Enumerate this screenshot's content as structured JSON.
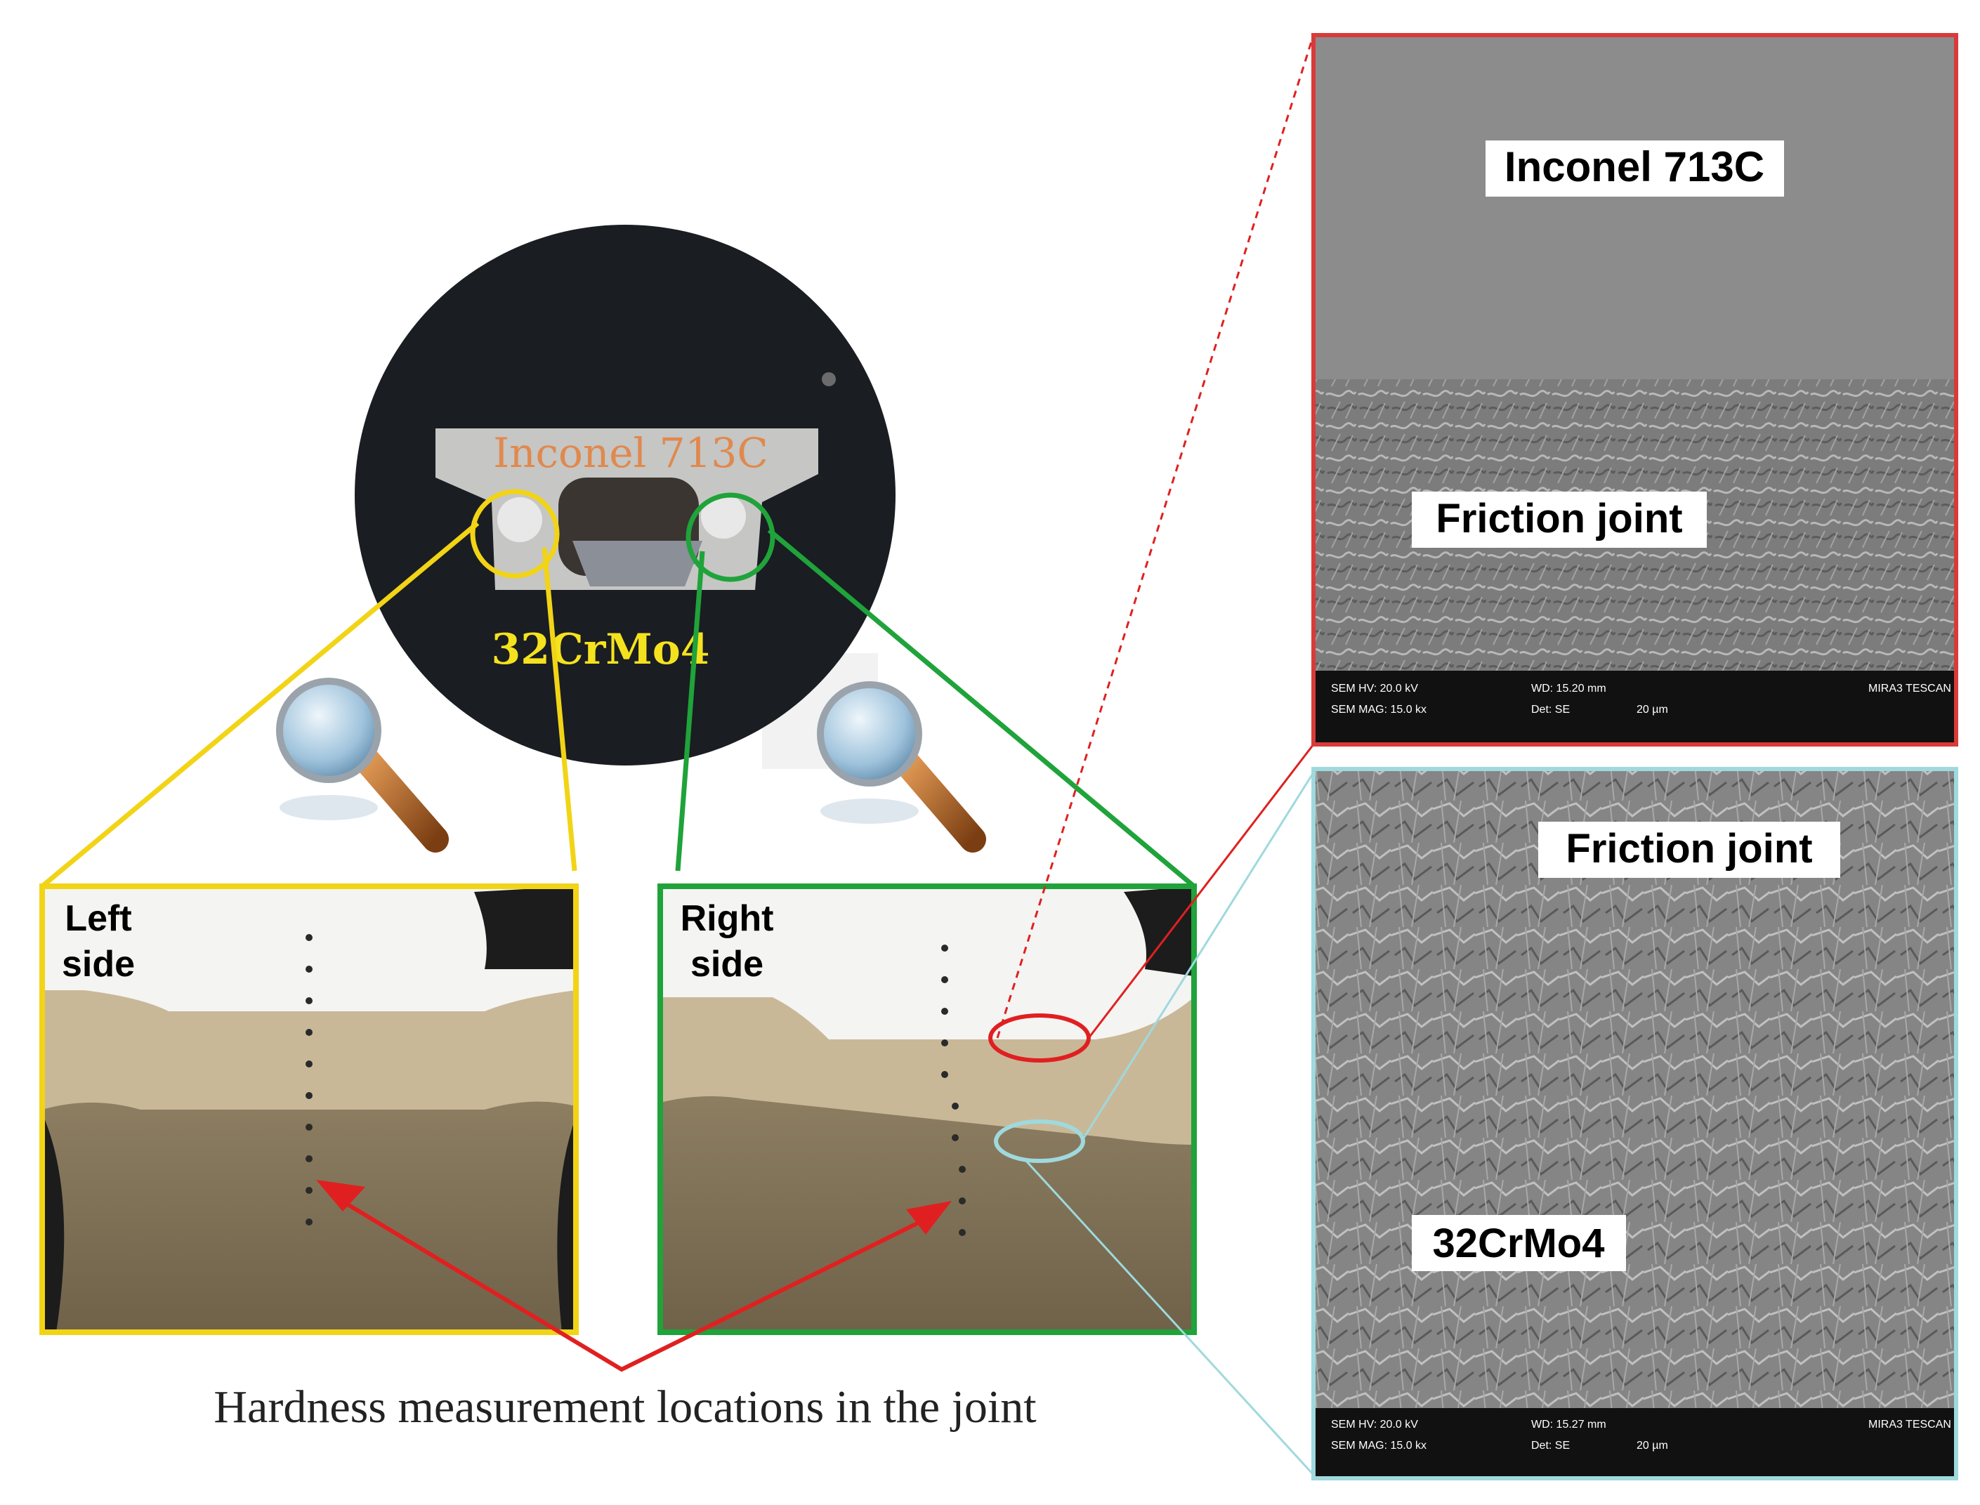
{
  "sample": {
    "top_material": "Inconel 713C",
    "bottom_material": "32CrMo4"
  },
  "left_panel": {
    "label_line1": "Left",
    "label_line2": "side",
    "frame_color": "#f2d416"
  },
  "right_panel": {
    "label_line1": "Right",
    "label_line2": "side",
    "frame_color": "#1fa33a"
  },
  "caption": "Hardness measurement locations in the joint",
  "sem_top": {
    "frame_color": "#d93a3a",
    "label_top": "Inconel 713C",
    "label_bottom": "Friction joint",
    "meta_row1": [
      "SEM HV: 20.0 kV",
      "WD: 15.20 mm",
      "MIRA3 TESCAN"
    ],
    "meta_row2": [
      "SEM MAG: 15.0 kx",
      "Det: SE",
      "20 µm"
    ]
  },
  "sem_bottom": {
    "frame_color": "#9fd9dd",
    "label_top": "Friction joint",
    "label_bottom": "32CrMo4",
    "meta_row1": [
      "SEM HV: 20.0 kV",
      "WD: 15.27 mm",
      "MIRA3 TESCAN"
    ],
    "meta_row2": [
      "SEM MAG: 15.0 kx",
      "Det: SE",
      "20 µm"
    ]
  },
  "arrow_color": "#e02020",
  "icons": [
    "magnifier-icon",
    "magnifier-icon"
  ]
}
